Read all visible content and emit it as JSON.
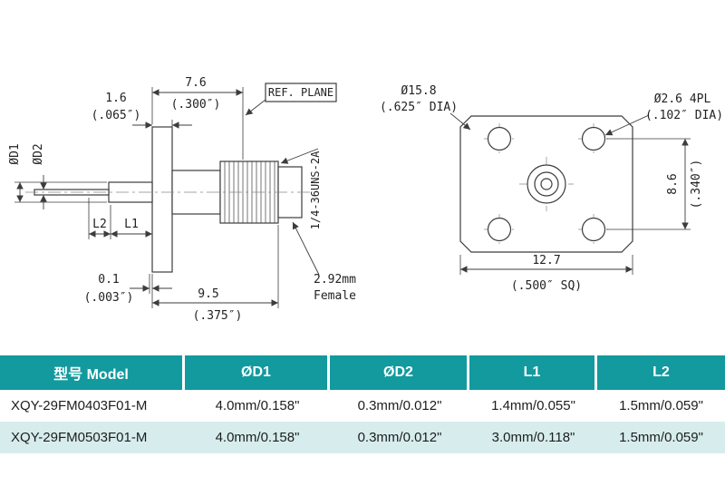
{
  "colors": {
    "header_bg": "#129a9e",
    "row_alt_bg": "#d7eded",
    "line": "#3c3c3c"
  },
  "drawing": {
    "side": {
      "dim_76": "7.6",
      "dim_76_in": "(.300″)",
      "dim_16": "1.6",
      "dim_16_in": "(.065″)",
      "ref_plane": "REF. PLANE",
      "label_d1": "ØD1",
      "label_d2": "ØD2",
      "label_l2": "L2",
      "label_l1": "L1",
      "thread_spec": "1/4-36UNS-2A",
      "dim_01": "0.1",
      "dim_01_in": "(.003″)",
      "dim_95": "9.5",
      "dim_95_in": "(.375″)",
      "interface_line1": "2.92mm",
      "interface_line2": "Female"
    },
    "front": {
      "dia_boss": "Ø15.8",
      "dia_boss_in": "(.625″ DIA)",
      "dia_holes": "Ø2.6 4PL",
      "dia_holes_in": "(.102″ DIA)",
      "dim_86": "8.6",
      "dim_86_in": "(.340″)",
      "dim_127": "12.7",
      "dim_127_in": "(.500″ SQ)"
    }
  },
  "table": {
    "headers": [
      "型号 Model",
      "ØD1",
      "ØD2",
      "L1",
      "L2"
    ],
    "rows": [
      [
        "XQY-29FM0403F01-M",
        "4.0mm/0.158\"",
        "0.3mm/0.012\"",
        "1.4mm/0.055\"",
        "1.5mm/0.059\""
      ],
      [
        "XQY-29FM0503F01-M",
        "4.0mm/0.158\"",
        "0.3mm/0.012\"",
        "3.0mm/0.118\"",
        "1.5mm/0.059\""
      ]
    ]
  }
}
